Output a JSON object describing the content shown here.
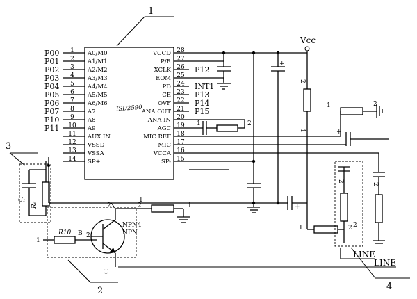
{
  "left_pins": [
    {
      "label": "P00",
      "num": "1",
      "inner": "A0/M0"
    },
    {
      "label": "P01",
      "num": "2",
      "inner": "A1/M1"
    },
    {
      "label": "P02",
      "num": "3",
      "inner": "A2/M2"
    },
    {
      "label": "P03",
      "num": "4",
      "inner": "A3/M3"
    },
    {
      "label": "P04",
      "num": "5",
      "inner": "A4/M4"
    },
    {
      "label": "P05",
      "num": "6",
      "inner": "A5/M5"
    },
    {
      "label": "P06",
      "num": "7",
      "inner": "A6/M6"
    },
    {
      "label": "P07",
      "num": "8",
      "inner": "A7"
    },
    {
      "label": "P10",
      "num": "9",
      "inner": "A8"
    },
    {
      "label": "P11",
      "num": "10",
      "inner": "A9"
    },
    {
      "label": "",
      "num": "11",
      "inner": "AUX IN"
    },
    {
      "label": "",
      "num": "12",
      "inner": "VSSD"
    },
    {
      "label": "",
      "num": "13",
      "inner": "VSSA"
    },
    {
      "label": "",
      "num": "14",
      "inner": "SP+"
    }
  ],
  "right_pins": [
    {
      "num": "28",
      "inner": "VCCD",
      "ext": ""
    },
    {
      "num": "27",
      "inner": "P/R",
      "ext": ""
    },
    {
      "num": "26",
      "inner": "XCLK",
      "ext": "P12"
    },
    {
      "num": "25",
      "inner": "EOM",
      "ext": ""
    },
    {
      "num": "24",
      "inner": "PD",
      "ext": "INT1"
    },
    {
      "num": "23",
      "inner": "CE",
      "ext": "P13"
    },
    {
      "num": "22",
      "inner": "OVF",
      "ext": "P14"
    },
    {
      "num": "21",
      "inner": "ANA OUT",
      "ext": "P15"
    },
    {
      "num": "20",
      "inner": "ANA IN",
      "ext": ""
    },
    {
      "num": "19",
      "inner": "AGC",
      "ext": ""
    },
    {
      "num": "18",
      "inner": "MIC REF",
      "ext": ""
    },
    {
      "num": "17",
      "inner": "MIC",
      "ext": ""
    },
    {
      "num": "16",
      "inner": "VCCA",
      "ext": ""
    },
    {
      "num": "15",
      "inner": "SP-",
      "ext": ""
    }
  ],
  "chip_name": "ISD2590",
  "vcc_label": "Vcc",
  "callouts": {
    "one": "1",
    "two": "2",
    "three": "3",
    "four": "4"
  },
  "components": {
    "c1": "C₁",
    "r6": "R₆",
    "r10": "R10",
    "transistor_line1": "NPN4",
    "transistor_line2": "NPN",
    "base": "B",
    "collector": "C"
  },
  "line_labels": {
    "line1": "LINE",
    "line2": "LINE"
  },
  "misc_numbers": {
    "n1": "1",
    "n2": "2",
    "n3": "1",
    "n4": "2",
    "n5": "2",
    "n6": "1",
    "n7": "1",
    "n8": "2",
    "n9": "2",
    "n10": "1",
    "n11": "2",
    "n12": "1",
    "n13": "2",
    "n14": "2",
    "n15": "2",
    "n16": "1",
    "n17": "2",
    "n18": "+",
    "n19": "+",
    "n20": "+"
  }
}
